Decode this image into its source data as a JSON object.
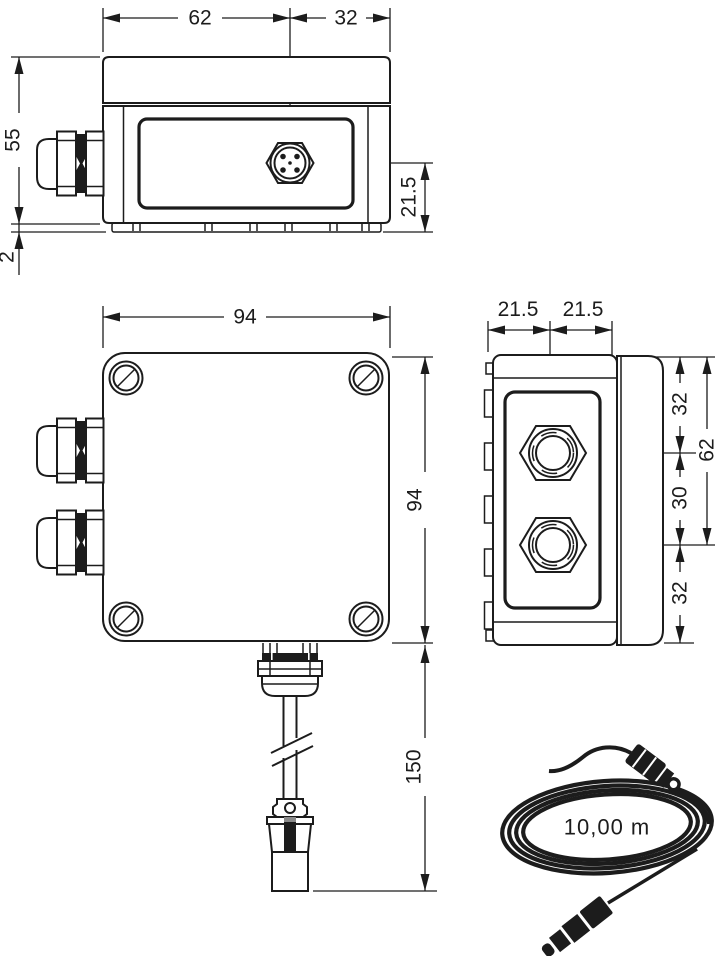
{
  "drawing": {
    "line_color": "#1c1c1c",
    "background": "#ffffff",
    "top_view": {
      "dim_width_to_connector": "62",
      "dim_connector_to_edge": "32",
      "dim_height": "55",
      "dim_lip": "2",
      "dim_connector_offset": "21.5"
    },
    "front_view": {
      "dim_width": "94",
      "dim_height": "94",
      "dim_cable_drop": "150"
    },
    "side_view": {
      "dim_depth_front": "21.5",
      "dim_depth_back": "21.5",
      "dim_top_to_gland1": "32",
      "dim_top_to_gland2": "62",
      "dim_gland_spacing": "30",
      "dim_gland2_to_bottom": "32"
    },
    "cable_coil": {
      "length_label": "10,00 m"
    }
  }
}
